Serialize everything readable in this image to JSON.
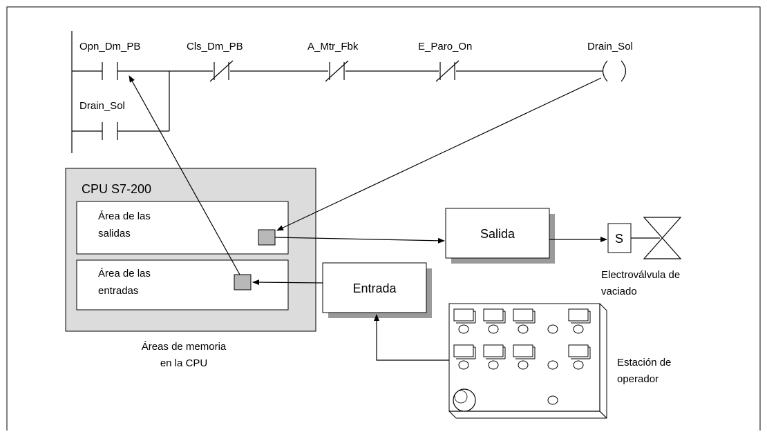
{
  "ladder": {
    "contact1": "Opn_Dm_PB",
    "contact2": "Cls_Dm_PB",
    "contact3": "A_Mtr_Fbk",
    "contact4": "E_Paro_On",
    "coil": "Drain_Sol",
    "parallel_contact": "Drain_Sol"
  },
  "cpu": {
    "title": "CPU S7-200",
    "outputs_line1": "Área de las",
    "outputs_line2": "salidas",
    "inputs_line1": "Área de las",
    "inputs_line2": "entradas",
    "caption_line1": "Áreas de memoria",
    "caption_line2": "en la CPU"
  },
  "output_block": {
    "label": "Salida"
  },
  "input_block": {
    "label": "Entrada"
  },
  "solenoid": {
    "symbol": "S",
    "caption_line1": "Electroválvula de",
    "caption_line2": "vaciado"
  },
  "operator_station": {
    "caption_line1": "Estación de",
    "caption_line2": "operador"
  },
  "colors": {
    "cpu_fill": "#dcdcdc",
    "memory_cell": "#b8b8b8",
    "line": "#000000",
    "shadow": "#9a9a9a"
  }
}
